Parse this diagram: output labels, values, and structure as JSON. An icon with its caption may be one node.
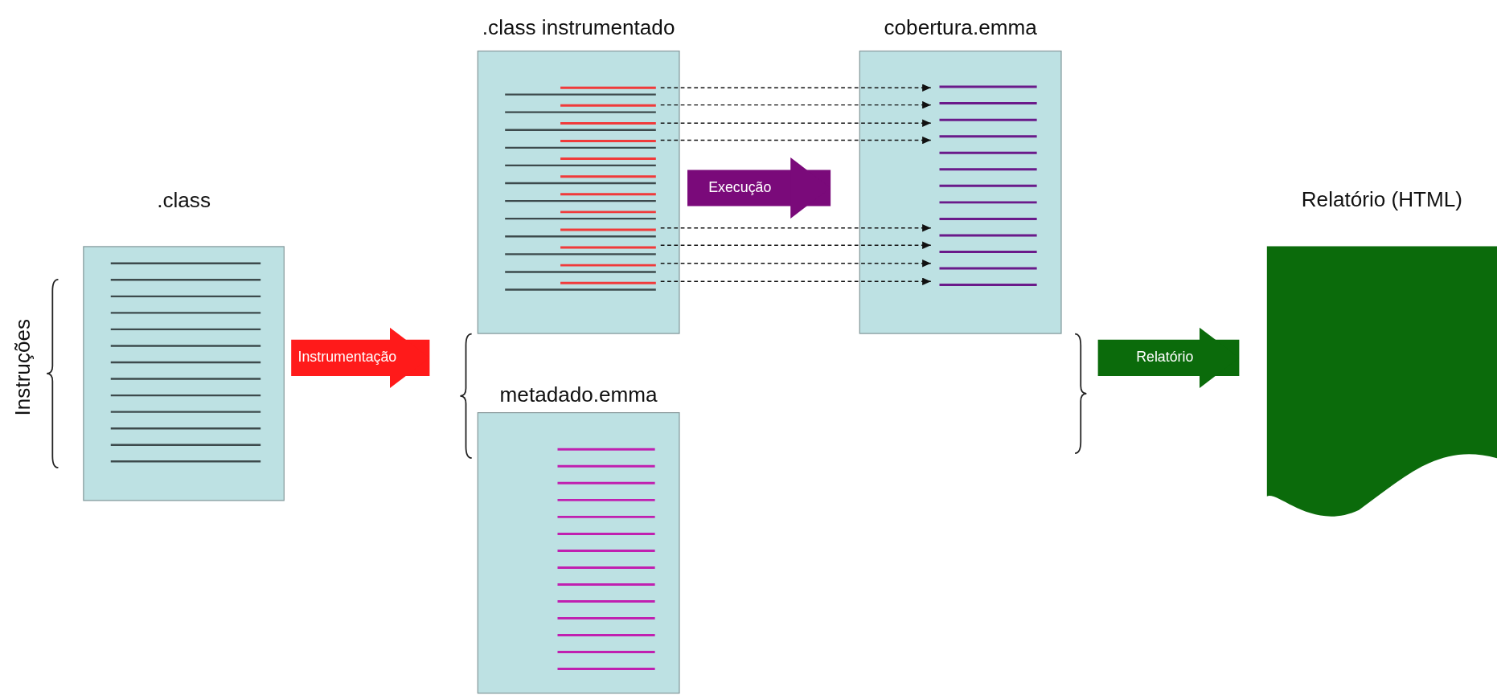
{
  "diagram": {
    "nodes": [
      {
        "text": [
          ".class"
        ]
      },
      {
        "text": [
          ".class instrumentado"
        ]
      },
      {
        "text": [
          "cobertura.emma"
        ]
      },
      {
        "text": [
          "metadado.emma"
        ]
      },
      {
        "text": [
          "Relatório (HTML)"
        ]
      }
    ],
    "edges": [
      {
        "from": 0,
        "to": 1,
        "arrow": "to",
        "label": "Instrumentação",
        "style": "thick",
        "color": "#ff1a1a"
      },
      {
        "from": 1,
        "to": 2,
        "arrow": "to",
        "label": "Execução",
        "style": "thick",
        "color": "#7a0a7a"
      },
      {
        "from": 1,
        "to": 2,
        "arrow": "to",
        "style": "dashed"
      },
      {
        "from": 1,
        "to": 2,
        "arrow": "to",
        "style": "dashed"
      },
      {
        "from": 1,
        "to": 2,
        "arrow": "to",
        "style": "dashed"
      },
      {
        "from": 1,
        "to": 2,
        "arrow": "to",
        "style": "dashed"
      },
      {
        "from": 1,
        "to": 2,
        "arrow": "to",
        "style": "dashed"
      },
      {
        "from": 1,
        "to": 2,
        "arrow": "to",
        "style": "dashed"
      },
      {
        "from": 1,
        "to": 2,
        "arrow": "to",
        "style": "dashed"
      },
      {
        "from": 1,
        "to": 2,
        "arrow": "to",
        "style": "dashed"
      },
      {
        "from": 2,
        "to": 4,
        "arrow": "to",
        "label": "Relatório",
        "style": "thick",
        "color": "#0b6b0b"
      }
    ],
    "labels": [
      "Instruções"
    ]
  }
}
